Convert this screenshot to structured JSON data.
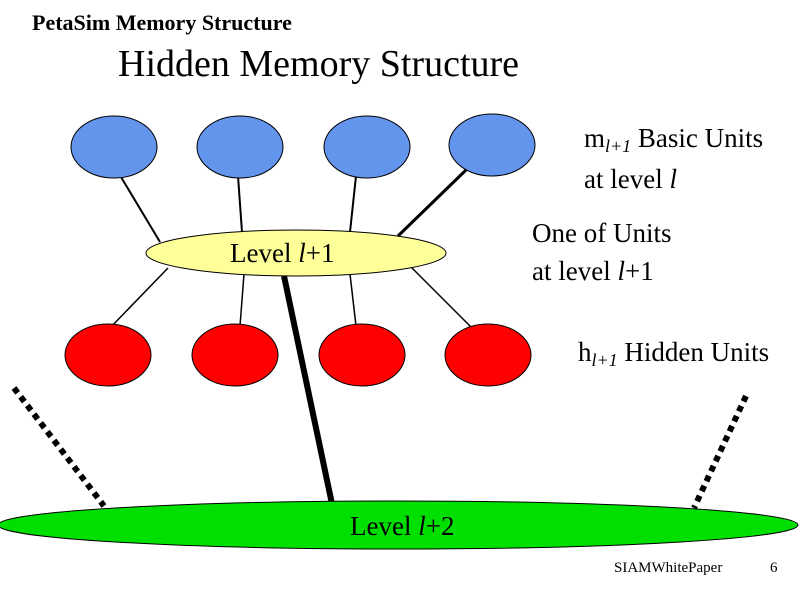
{
  "header": {
    "title": "PetaSim Memory Structure"
  },
  "slide": {
    "title": "Hidden Memory Structure"
  },
  "labels": {
    "basic_units_line1_prefix": "m",
    "basic_units_line1_sub": "l+1",
    "basic_units_line1_suffix": " Basic Units",
    "basic_units_line2_prefix": "at level ",
    "basic_units_line2_var": "l",
    "one_unit_line1": "One of Units",
    "one_unit_line2_prefix": "at level ",
    "one_unit_line2_var": "l",
    "one_unit_line2_suffix": "+1",
    "hidden_units_prefix": "h",
    "hidden_units_sub": "l+1",
    "hidden_units_suffix": " Hidden Units"
  },
  "level_l1": {
    "prefix": "Level ",
    "var": "l",
    "suffix": "+1"
  },
  "level_l2": {
    "prefix": "Level ",
    "var": "l",
    "suffix": "+2"
  },
  "footer": {
    "source": "SIAMWhitePaper",
    "page": "6"
  },
  "colors": {
    "basic_unit": "#6495ed",
    "hidden_unit": "#ff0000",
    "level_l1": "#ffff99",
    "level_l2": "#00e000",
    "stroke": "#000000"
  }
}
